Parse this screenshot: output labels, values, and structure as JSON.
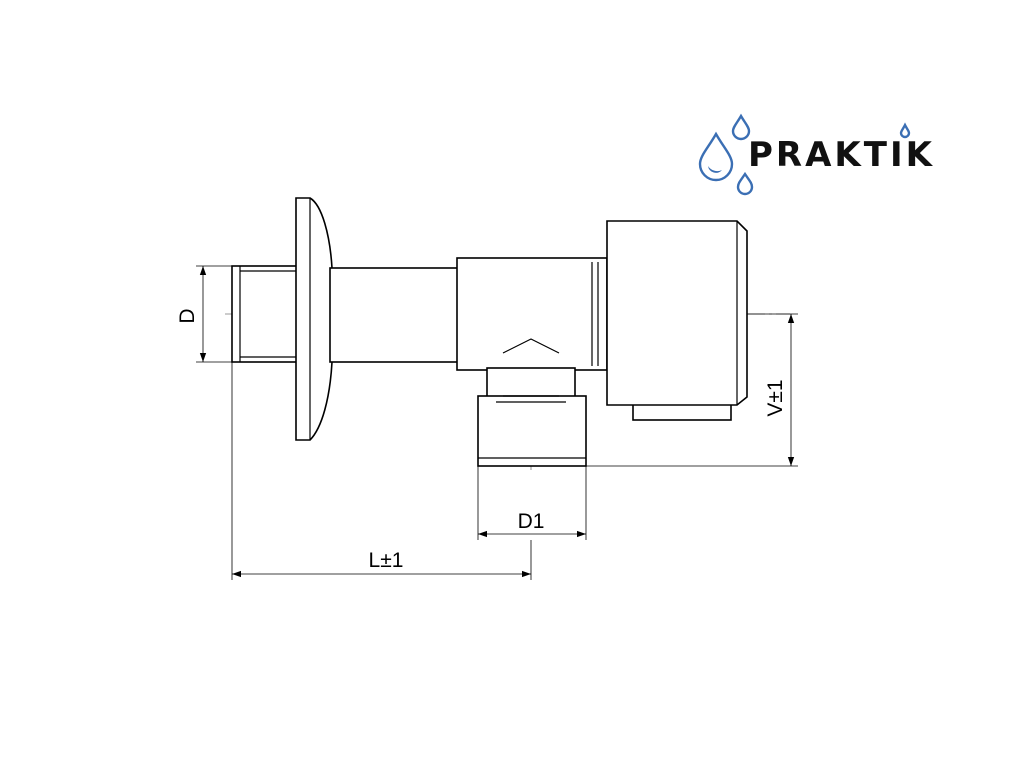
{
  "brand": {
    "name": "PRAKTIK",
    "accent_color": "#3b6fb4"
  },
  "dimensions": {
    "d": "D",
    "d1": "D1",
    "l": "L±1",
    "v": "V±1"
  }
}
